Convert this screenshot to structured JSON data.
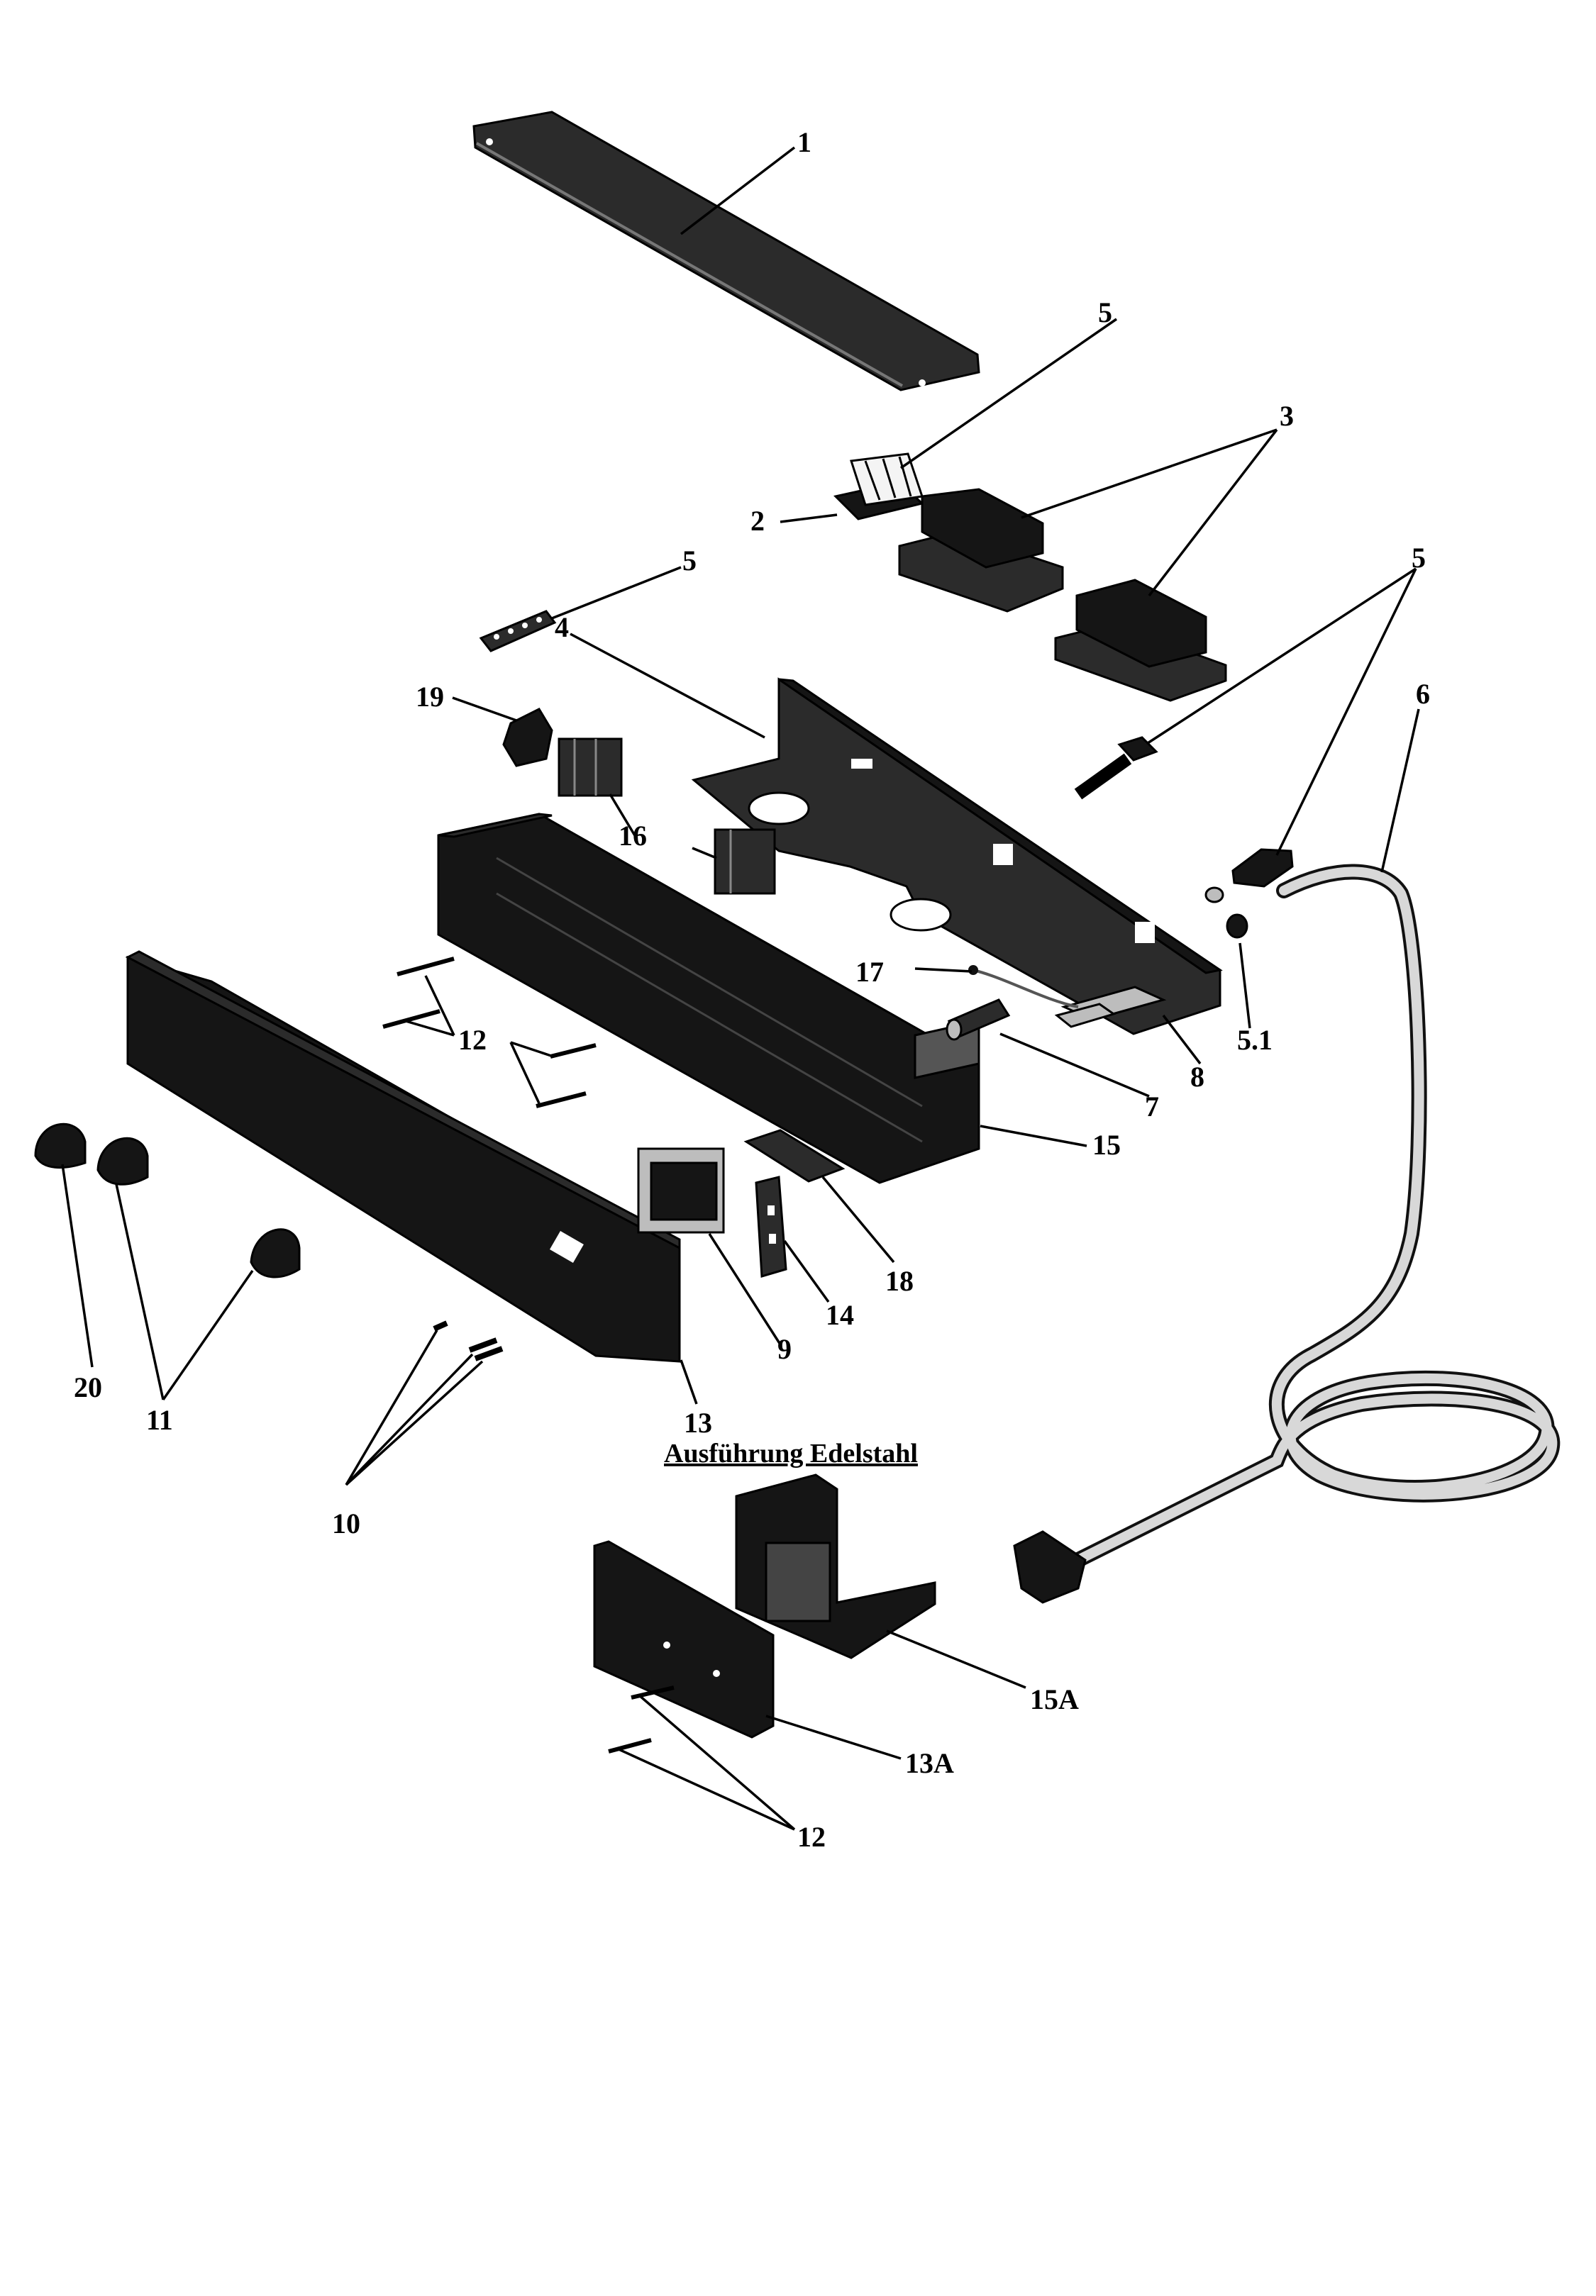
{
  "section_title": "Ausführung Edelstahl",
  "labels": {
    "l1": "1",
    "l2": "2",
    "l3": "3",
    "l4": "4",
    "l5a": "5",
    "l5b": "5",
    "l5c": "5",
    "l5_1": "5.1",
    "l6": "6",
    "l7": "7",
    "l8": "8",
    "l9": "9",
    "l10": "10",
    "l11": "11",
    "l12a": "12",
    "l12b": "12",
    "l13": "13",
    "l13a": "13A",
    "l14": "14",
    "l15": "15",
    "l15a": "15A",
    "l16": "16",
    "l17": "17",
    "l18": "18",
    "l19": "19",
    "l20": "20"
  }
}
